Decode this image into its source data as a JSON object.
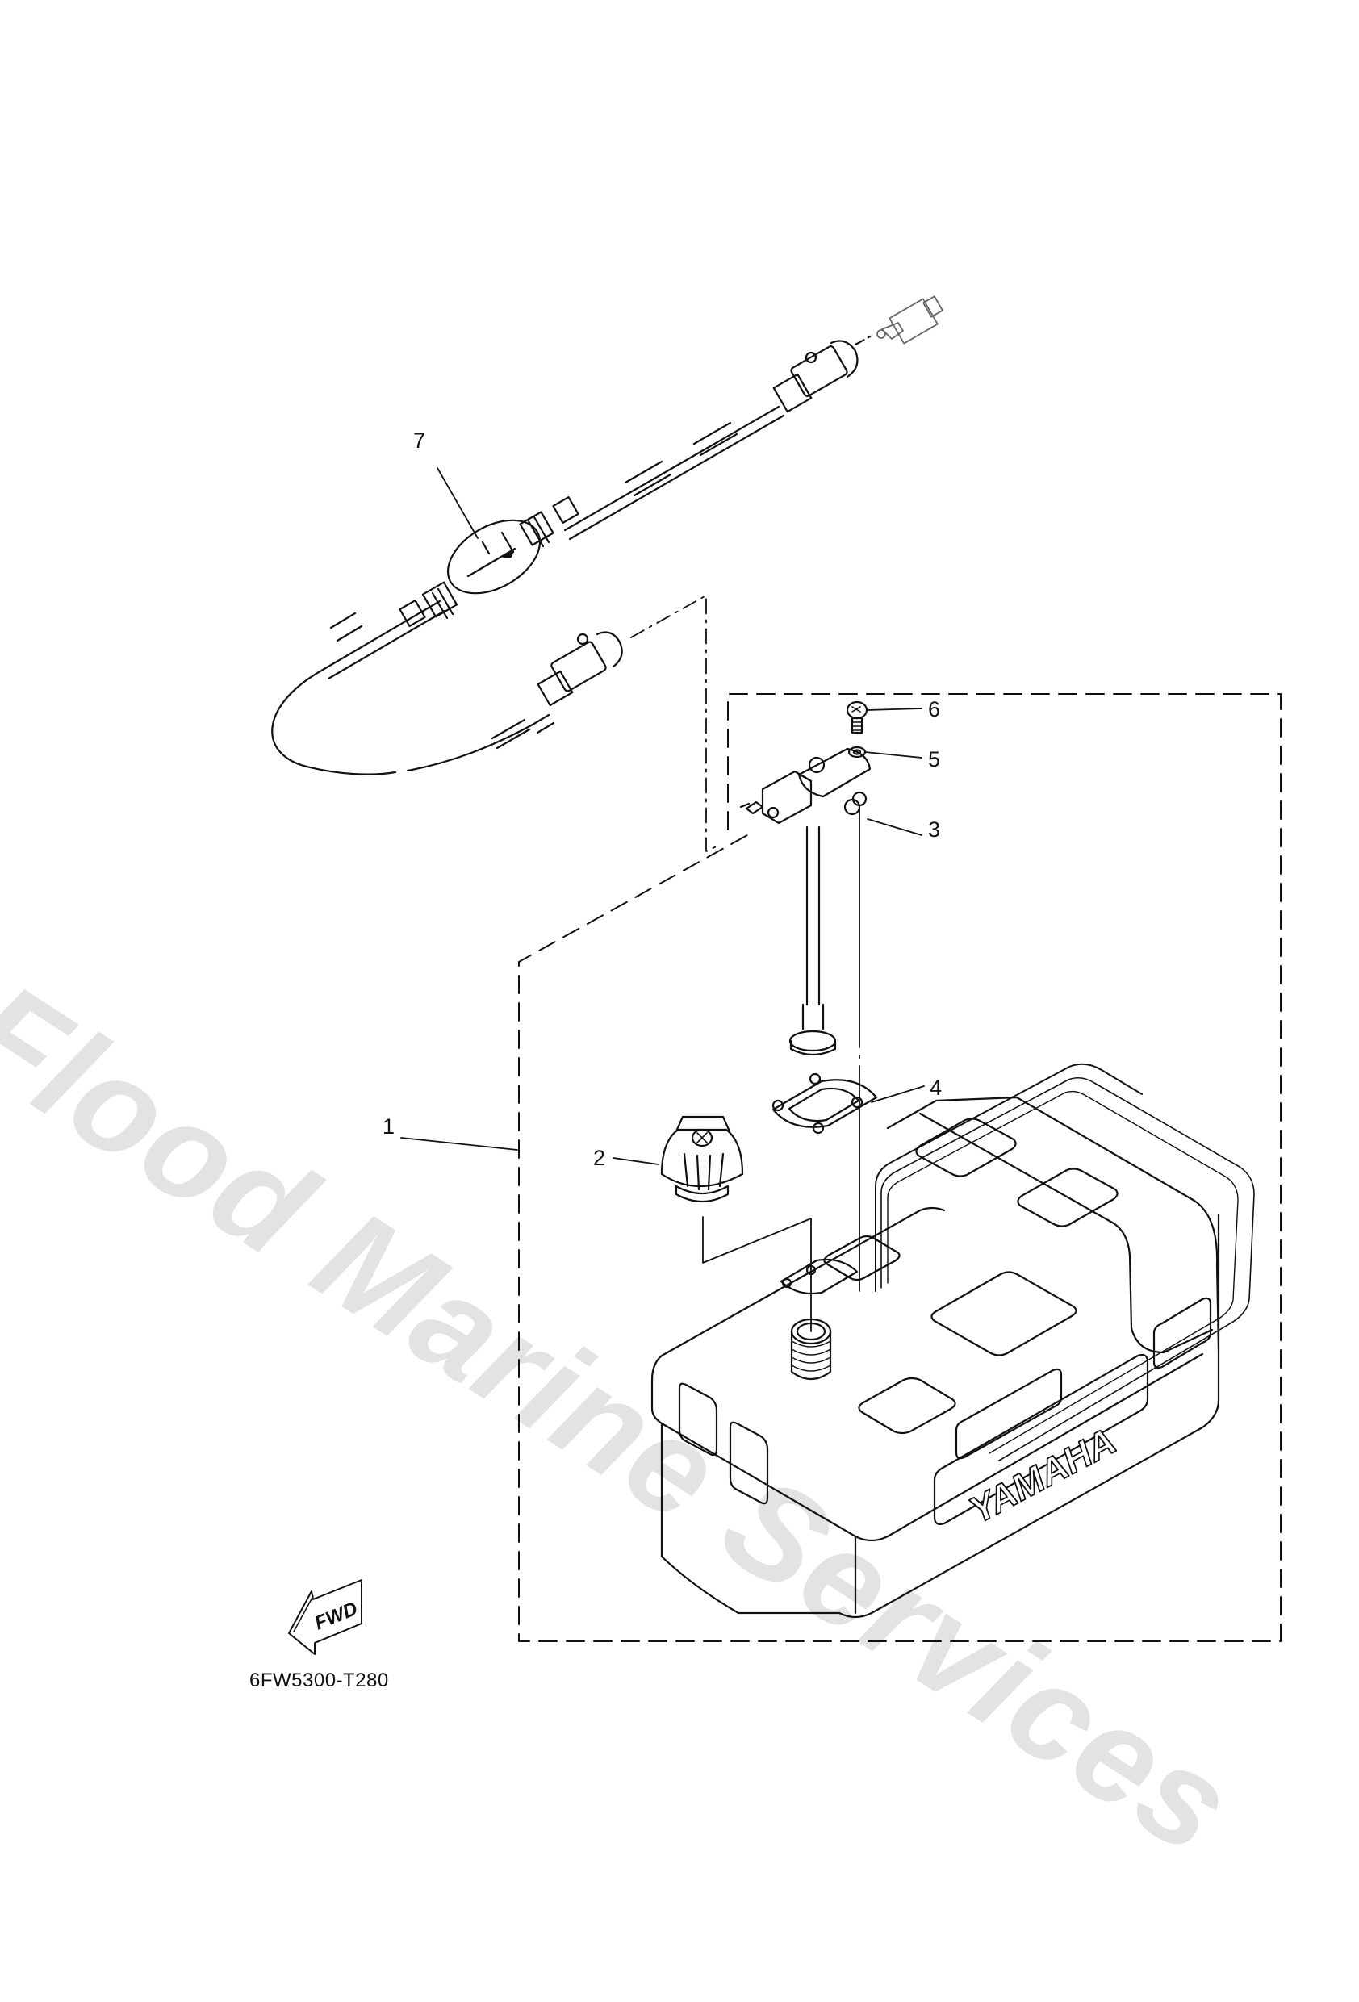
{
  "diagram": {
    "type": "exploded-parts-diagram",
    "subject": "Portable fuel tank assembly",
    "document_code": "6FW5300-T280",
    "watermark": "Flood Marine Services",
    "brand_on_tank": "YAMAHA",
    "direction_indicator": "FWD",
    "colors": {
      "line": "#111111",
      "background": "#ffffff",
      "watermark": "#e3e3e3"
    }
  },
  "callouts": [
    {
      "number": "1",
      "part": "fuel-tank-assembly"
    },
    {
      "number": "2",
      "part": "fuel-cap"
    },
    {
      "number": "3",
      "part": "fuel-pickup-gauge-unit"
    },
    {
      "number": "4",
      "part": "gasket"
    },
    {
      "number": "5",
      "part": "washer"
    },
    {
      "number": "6",
      "part": "screw"
    },
    {
      "number": "7",
      "part": "fuel-hose-with-primer-bulb"
    }
  ]
}
